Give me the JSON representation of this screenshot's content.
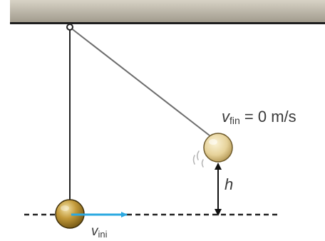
{
  "colors": {
    "ceiling_top": "#d8d3c6",
    "ceiling_bottom": "#a09a8c",
    "ceiling_edge": "#1e1e1e",
    "string": "#222222",
    "string_swing": "#6d6d6d",
    "ball_dark": "#8a6a1c",
    "ball_mid": "#c39a3a",
    "ball_light": "#f3e3a8",
    "ball_pale": "#efe2b6",
    "velocity_arrow": "#2aa8e0",
    "dashed_line": "#222222",
    "height_arrow": "#111111",
    "text": "#3a3a3a"
  },
  "labels": {
    "v_fin_symbol": "v",
    "v_fin_sub": "fin",
    "v_fin_eq": " = 0 m/s",
    "height_symbol": "h",
    "v_ini_symbol": "v",
    "v_ini_sub": "ini"
  }
}
